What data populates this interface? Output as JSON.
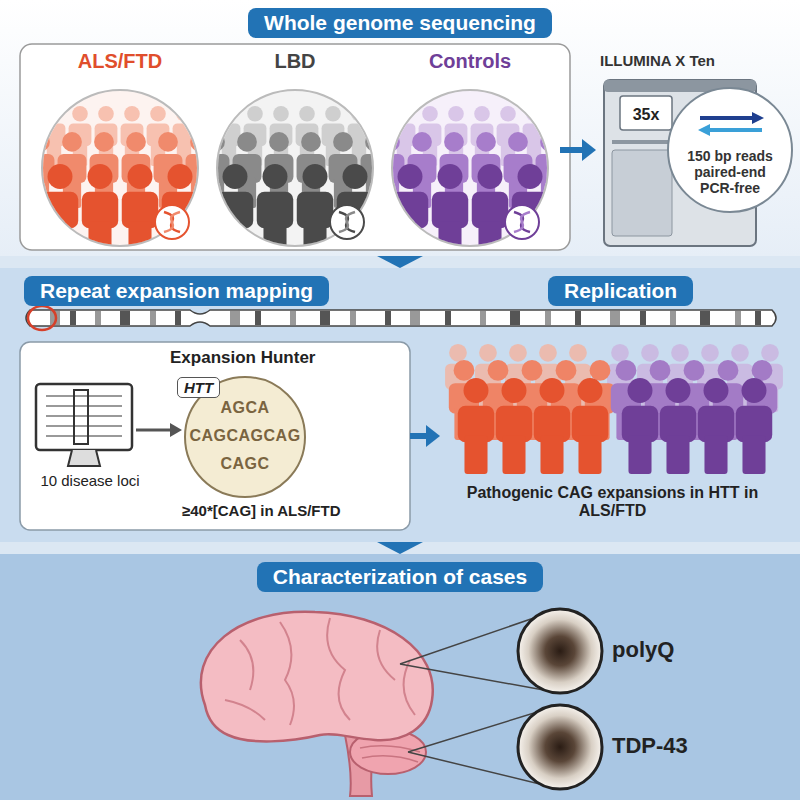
{
  "diagram": {
    "nodes": [
      {
        "text": [
          "Whole genome sequencing"
        ]
      },
      {
        "text": [
          "ALS/FTD"
        ],
        "in": 0
      },
      {
        "text": [
          "LBD"
        ],
        "in": 0
      },
      {
        "text": [
          "Controls"
        ],
        "in": 0
      },
      {
        "text": [
          "ILLUMINA X Ten",
          "35x"
        ],
        "in": 0
      },
      {
        "text": [
          "150 bp reads paired-end PCR-free"
        ],
        "in": 0
      },
      {
        "text": [
          "Repeat expansion mapping",
          "Replication"
        ]
      },
      {
        "text": [
          "Expansion Hunter",
          "10 disease loci",
          "≥40*[CAG] in ALS/FTD"
        ],
        "in": 6
      },
      {
        "text": [
          "HTT",
          "AGCA",
          "CAGCAGCAG",
          "CAGC"
        ],
        "in": 7
      },
      {
        "text": [
          "Pathogenic CAG expansions in HTT in ALS/FTD"
        ],
        "in": 6
      },
      {
        "text": [
          "Characterization of cases"
        ]
      },
      {
        "text": [
          "polyQ"
        ],
        "in": 10
      },
      {
        "text": [
          "TDP-43"
        ],
        "in": 10
      }
    ],
    "edges": [
      {
        "from": 0,
        "to": 6,
        "arrow": "to"
      },
      {
        "from": 3,
        "to": 4,
        "arrow": "to"
      },
      {
        "from": 7,
        "to": 9,
        "arrow": "to"
      },
      {
        "from": 6,
        "to": 10,
        "arrow": "to"
      }
    ]
  }
}
